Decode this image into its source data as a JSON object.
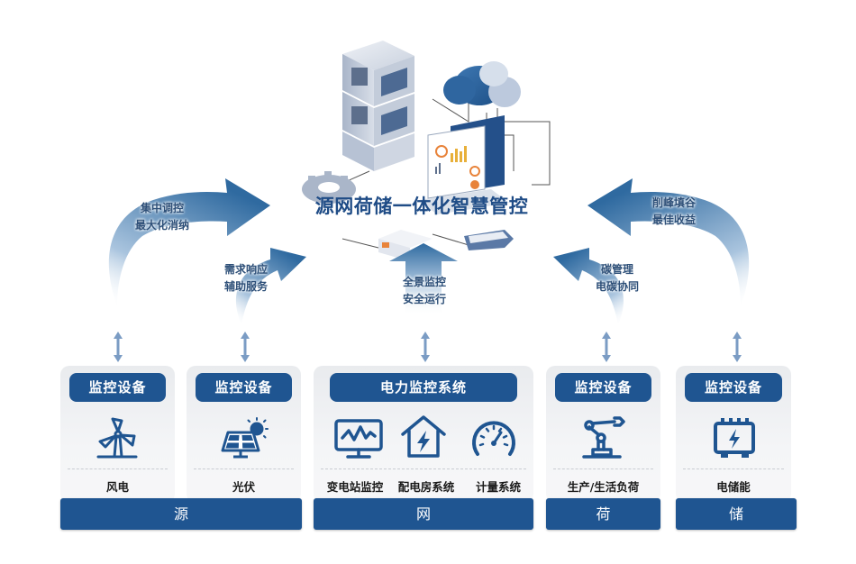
{
  "title": "源网荷储一体化智慧管控",
  "flows": [
    {
      "line1": "集中调控",
      "line2": "最大化消纳"
    },
    {
      "line1": "需求响应",
      "line2": "辅助服务"
    },
    {
      "line1": "全景监控",
      "line2": "安全运行"
    },
    {
      "line1": "碳管理",
      "line2": "电碳协同"
    },
    {
      "line1": "削峰填谷",
      "line2": "最佳收益"
    }
  ],
  "cards": [
    {
      "header": "监控设备",
      "icon": "wind-turbine-icon",
      "label": "风电"
    },
    {
      "header": "监控设备",
      "icon": "solar-panel-icon",
      "label": "光伏"
    },
    {
      "header": "电力监控系统",
      "items": [
        {
          "icon": "monitor-waveform-icon",
          "label": "变电站监控"
        },
        {
          "icon": "house-lightning-icon",
          "label": "配电房系统"
        },
        {
          "icon": "gauge-icon",
          "label": "计量系统"
        }
      ]
    },
    {
      "header": "监控设备",
      "icon": "robot-arm-icon",
      "label": "生产/生活负荷"
    },
    {
      "header": "监控设备",
      "icon": "battery-storage-icon",
      "label": "电储能"
    }
  ],
  "categories": [
    "源",
    "网",
    "荷",
    "储"
  ],
  "colors": {
    "primary": "#1f5591",
    "title": "#1f4c86",
    "arrow": "#3a75a8",
    "card_bg": "#eef0f2"
  }
}
